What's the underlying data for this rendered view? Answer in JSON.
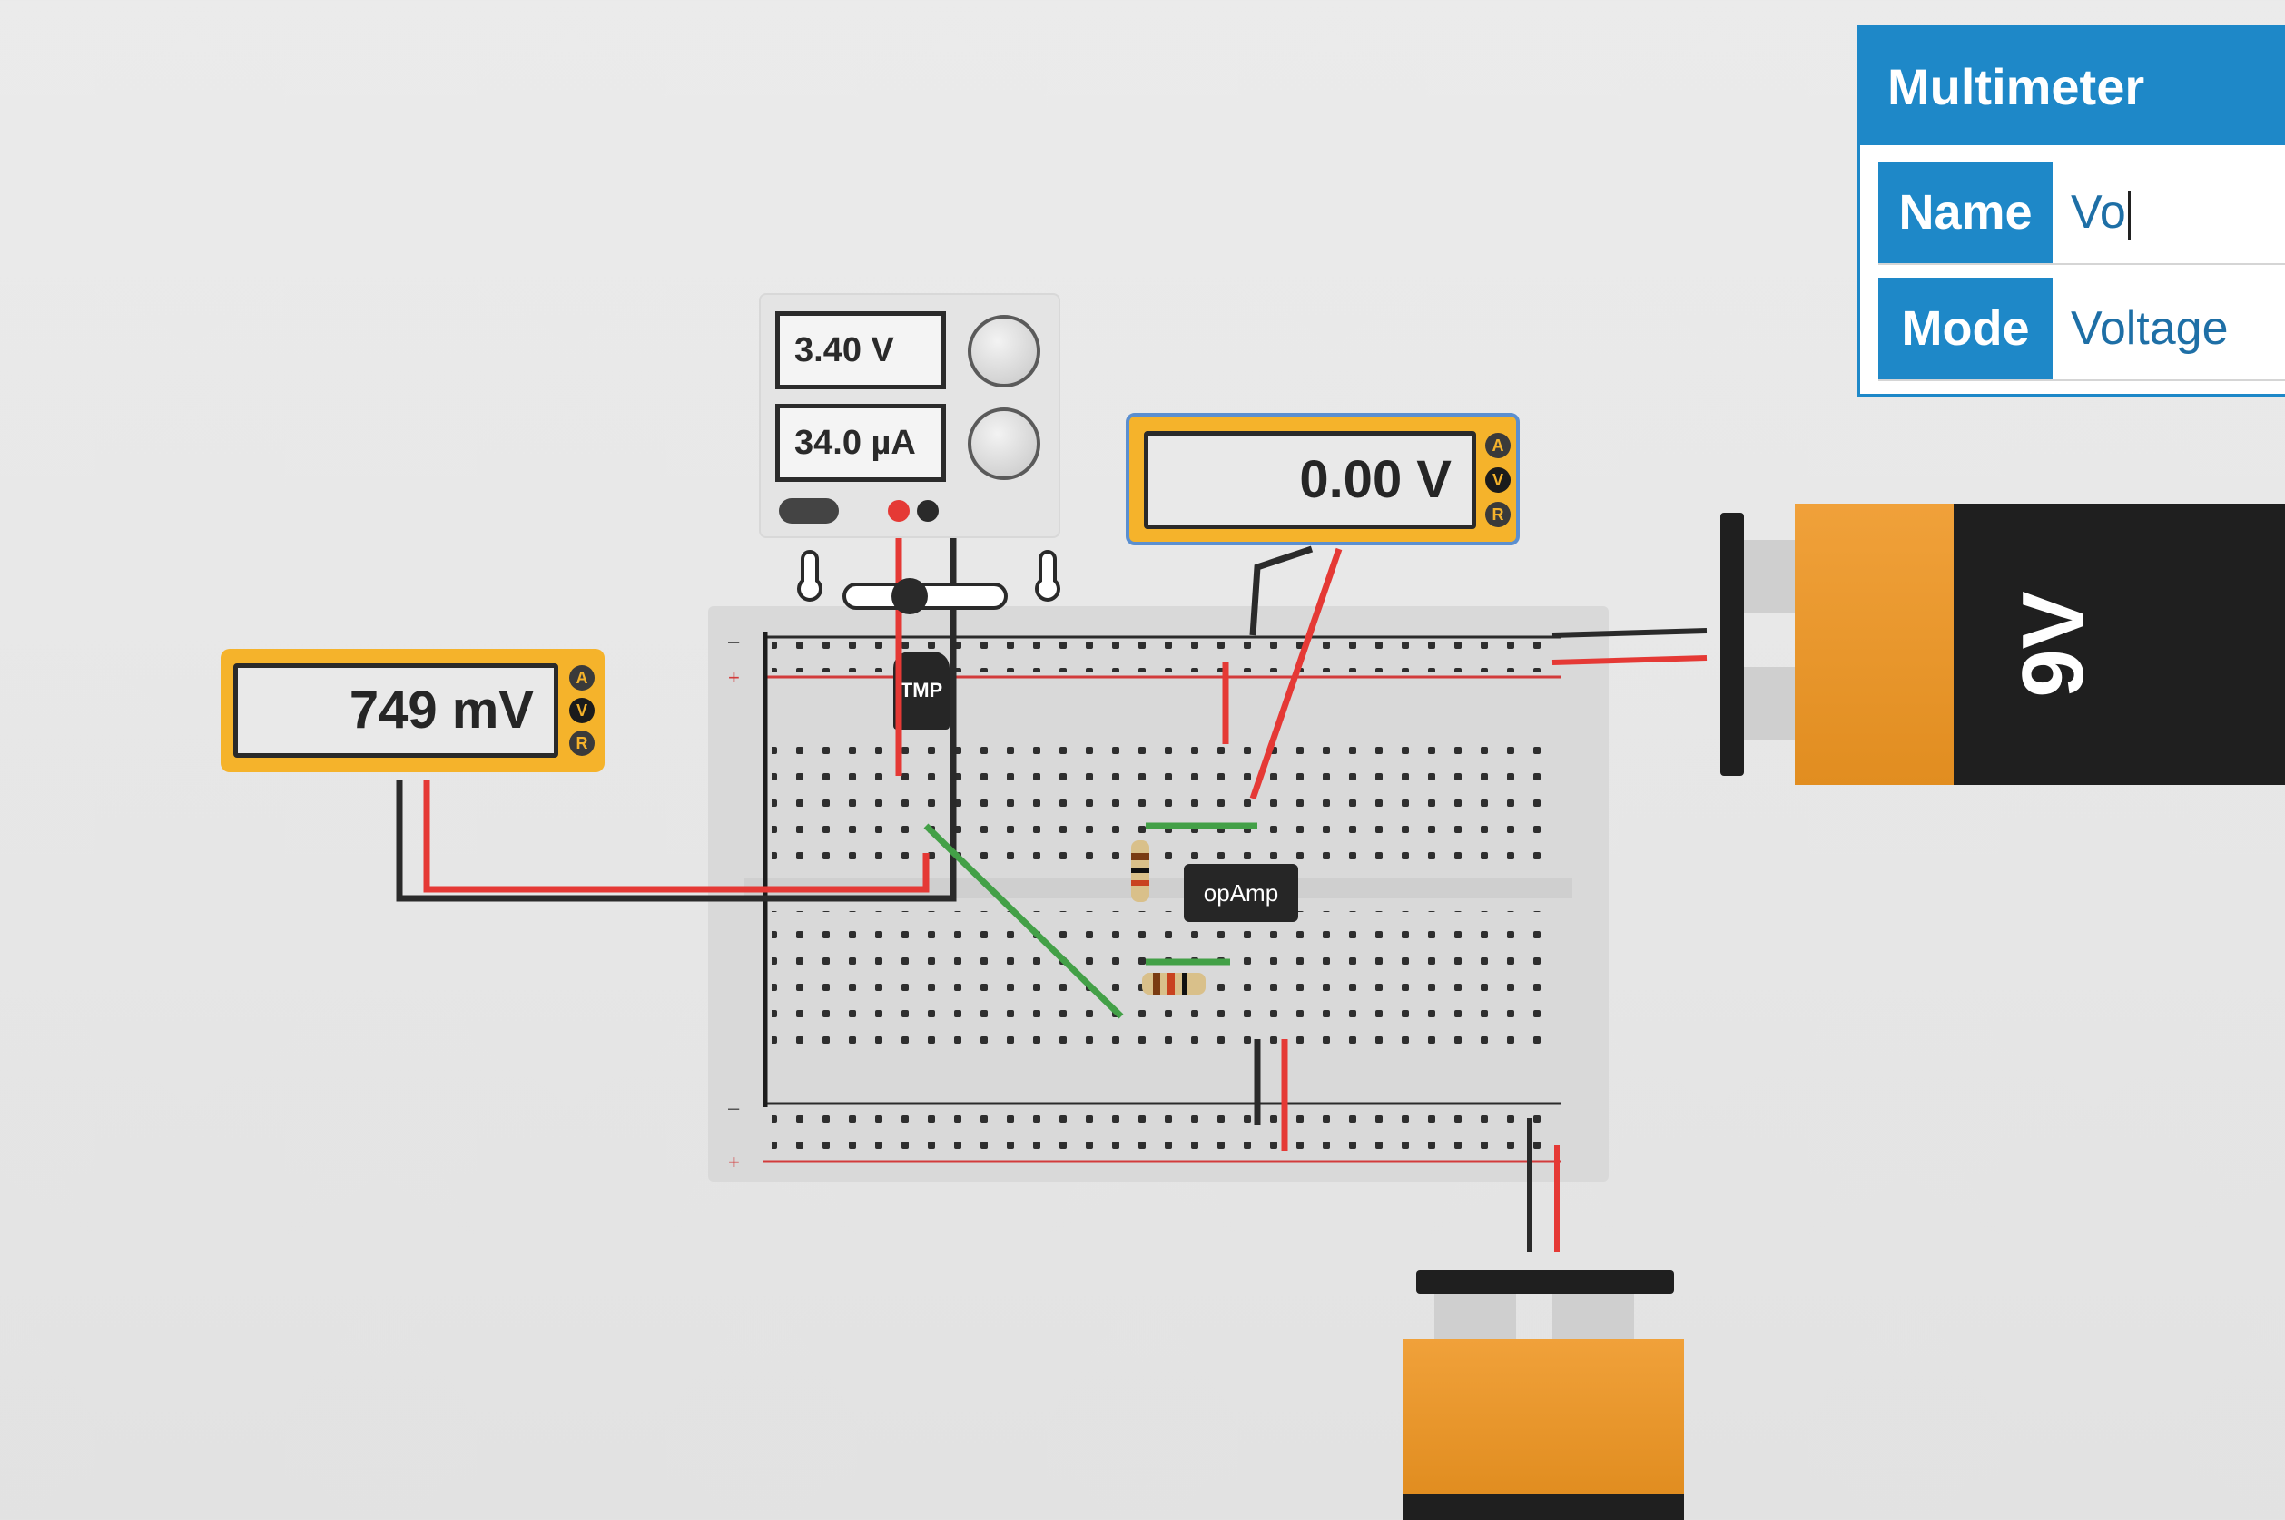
{
  "properties_panel": {
    "title": "Multimeter",
    "rows": [
      {
        "key": "Name",
        "value": "Vo"
      },
      {
        "key": "Mode",
        "value": "Voltage"
      }
    ]
  },
  "meter_left": {
    "reading": "749 mV",
    "modes": [
      "A",
      "V",
      "R"
    ]
  },
  "meter_top": {
    "reading": "0.00 V",
    "modes": [
      "A",
      "V",
      "R"
    ]
  },
  "power_supply": {
    "voltage": "3.40 V",
    "current": "34.0 µA"
  },
  "sensor": {
    "label": "TMP"
  },
  "opamp": {
    "label": "opAmp"
  },
  "battery_right": {
    "label": "9V"
  },
  "colors": {
    "accent": "#1e88c8",
    "meter_body": "#f5b32b",
    "battery": "#e89a2c",
    "wire_red": "#e53935",
    "wire_green": "#43a047"
  }
}
